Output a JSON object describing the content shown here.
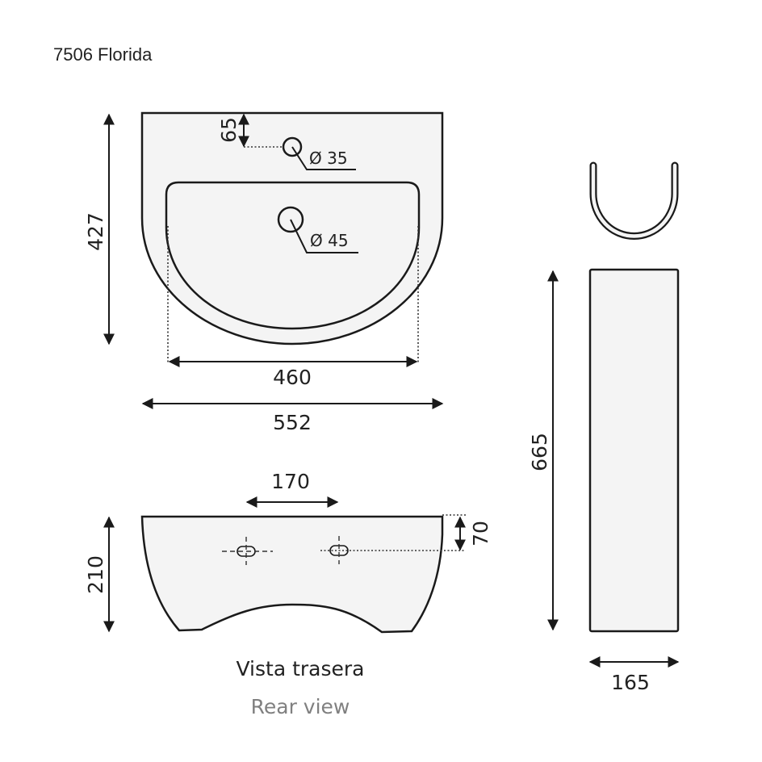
{
  "title": "7506 Florida",
  "dimensions": {
    "depth": "427",
    "tap_offset": "65",
    "tap_hole": "Ø 35",
    "drain_hole": "Ø 45",
    "bowl_width": "460",
    "total_width": "552",
    "fixing_spacing": "170",
    "rear_height": "210",
    "fixing_height": "70",
    "pedestal_height": "665",
    "pedestal_width": "165"
  },
  "captions": {
    "rear_view_es": "Vista trasera",
    "rear_view_en": "Rear view"
  },
  "colors": {
    "line": "#1a1a1a",
    "fill": "#f4f4f4",
    "caption_en": "#808080"
  }
}
